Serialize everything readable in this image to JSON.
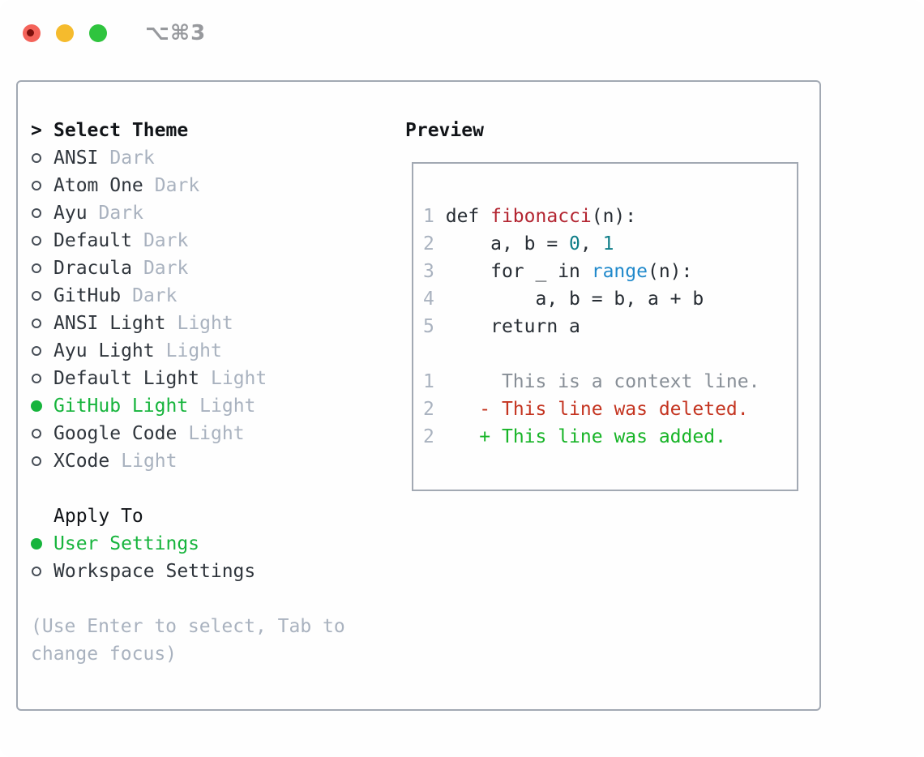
{
  "window": {
    "shortcut_label": "⌥⌘3"
  },
  "theme_menu": {
    "prompt": ">",
    "title": "Select Theme",
    "items": [
      {
        "name": "ANSI",
        "tag": "Dark",
        "selected": false
      },
      {
        "name": "Atom One",
        "tag": "Dark",
        "selected": false
      },
      {
        "name": "Ayu",
        "tag": "Dark",
        "selected": false
      },
      {
        "name": "Default",
        "tag": "Dark",
        "selected": false
      },
      {
        "name": "Dracula",
        "tag": "Dark",
        "selected": false
      },
      {
        "name": "GitHub",
        "tag": "Dark",
        "selected": false
      },
      {
        "name": "ANSI Light",
        "tag": "Light",
        "selected": false
      },
      {
        "name": "Ayu Light",
        "tag": "Light",
        "selected": false
      },
      {
        "name": "Default Light",
        "tag": "Light",
        "selected": false
      },
      {
        "name": "GitHub Light",
        "tag": "Light",
        "selected": true
      },
      {
        "name": "Google Code",
        "tag": "Light",
        "selected": false
      },
      {
        "name": "XCode",
        "tag": "Light",
        "selected": false
      }
    ]
  },
  "apply_to": {
    "title": "Apply To",
    "items": [
      {
        "name": "User Settings",
        "selected": true
      },
      {
        "name": "Workspace Settings",
        "selected": false
      }
    ]
  },
  "footer_hint": "(Use Enter to select, Tab to change focus)",
  "preview": {
    "title": "Preview",
    "code": {
      "l1": {
        "num": "1",
        "pre": "def ",
        "func": "fibonacci",
        "post": "(n):"
      },
      "l2": {
        "num": "2",
        "pre": "    a, b = ",
        "n1": "0",
        "mid": ", ",
        "n2": "1"
      },
      "l3": {
        "num": "3",
        "pre": "    for _ in ",
        "call": "range",
        "post": "(n):"
      },
      "l4": {
        "num": "4",
        "text": "        a, b = b, a + b"
      },
      "l5": {
        "num": "5",
        "text": "    return a"
      }
    },
    "diff": {
      "context": {
        "num": "1",
        "text": "This is a context line."
      },
      "deleted": {
        "num": "2",
        "marker": "-",
        "text": "This line was deleted."
      },
      "added": {
        "num": "2",
        "marker": "+",
        "text": "This line was added."
      }
    }
  },
  "colors": {
    "accent_green": "#16b43c",
    "muted_gray": "#a9b2bf",
    "text_dark": "#2f353c",
    "panel_border": "#a2a9b3",
    "code_function_red": "#b32531",
    "code_number_teal": "#0f7e88",
    "code_call_blue": "#2089cb",
    "diff_context_gray": "#878e96",
    "diff_deleted_red": "#c43420",
    "diff_added_green": "#17b427",
    "traffic_red": "#f4635a",
    "traffic_yellow": "#f5bb2d",
    "traffic_green": "#2fc43e"
  },
  "icons": {
    "radio_unselected": "ring-circle",
    "radio_selected": "filled-circle",
    "prompt_icon": "chevron-right"
  }
}
